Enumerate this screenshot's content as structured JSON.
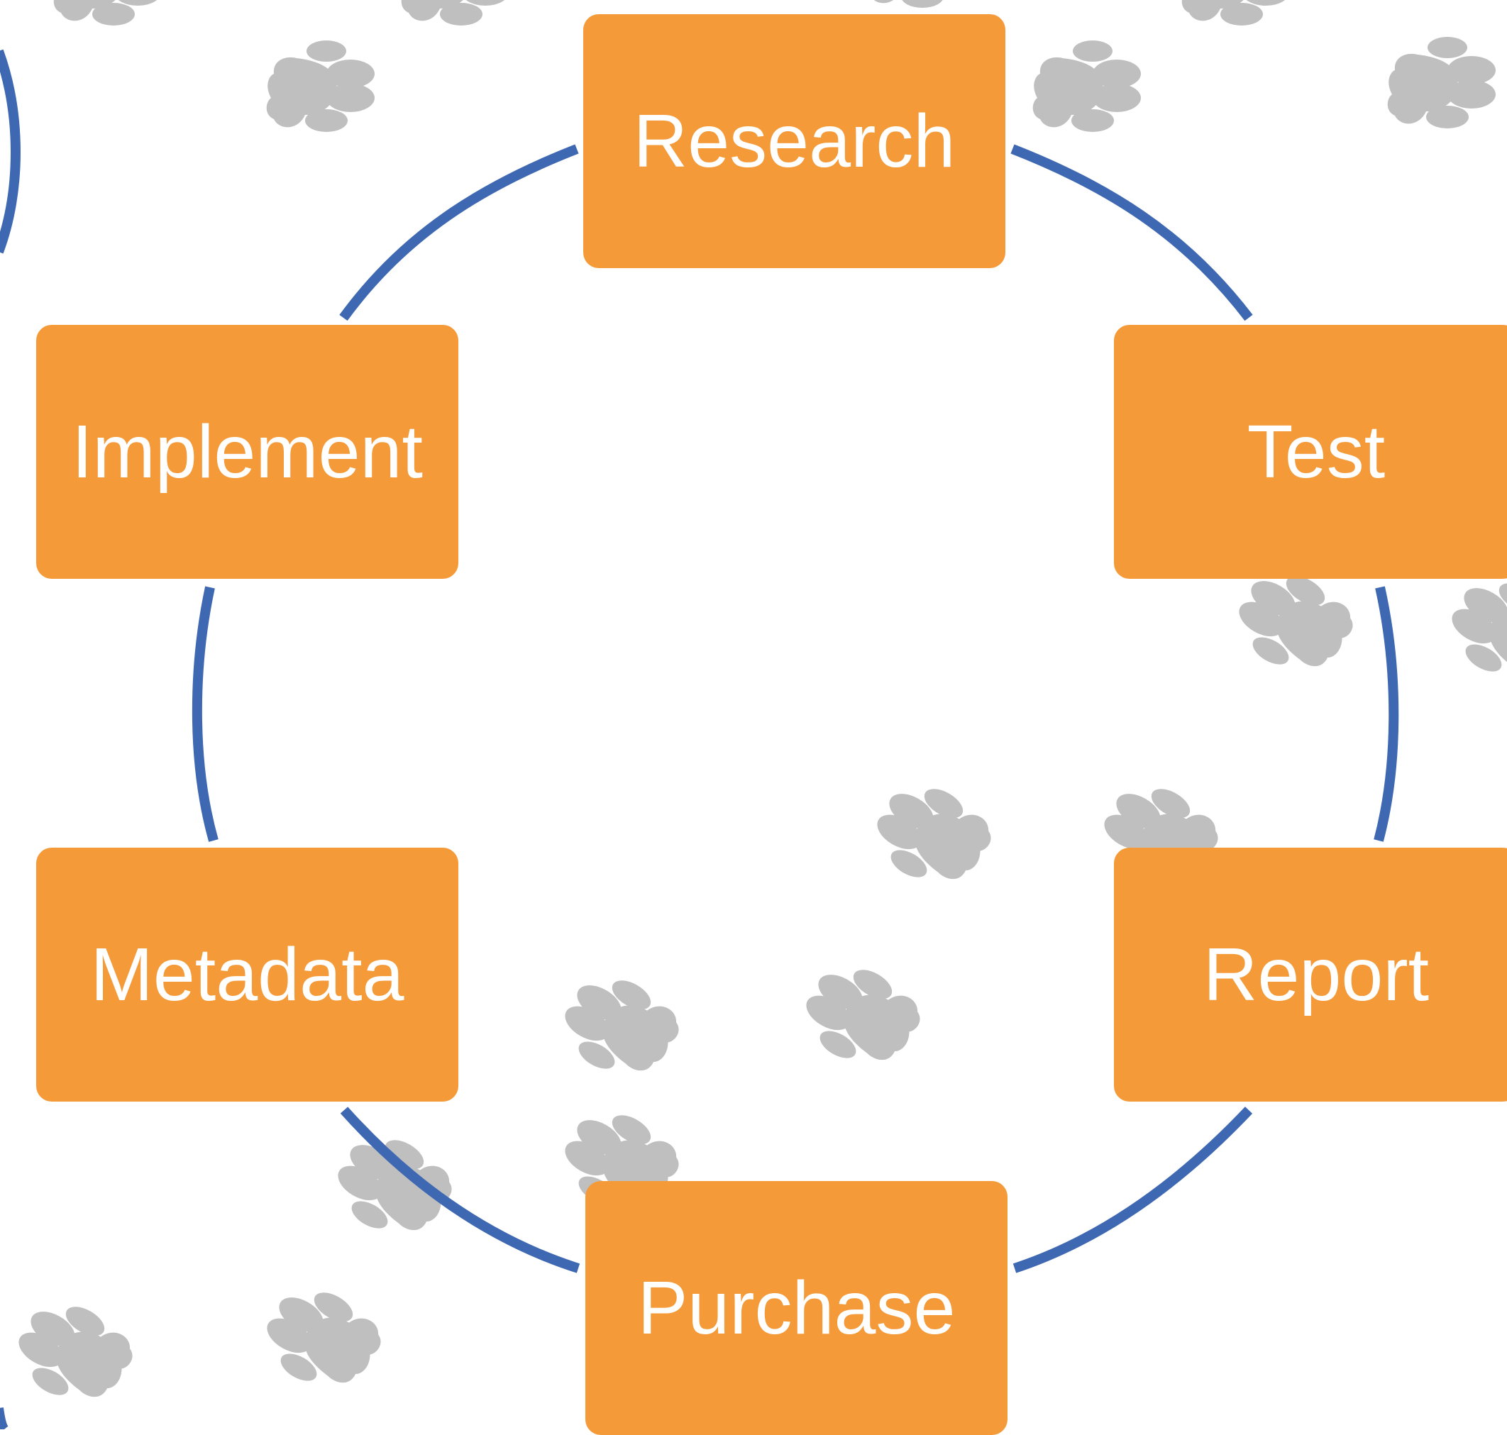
{
  "diagram": {
    "type": "cycle",
    "nodes": [
      {
        "id": "research",
        "label": "Research"
      },
      {
        "id": "test",
        "label": "Test"
      },
      {
        "id": "report",
        "label": "Report"
      },
      {
        "id": "purchase",
        "label": "Purchase"
      },
      {
        "id": "metadata",
        "label": "Metadata"
      },
      {
        "id": "implement",
        "label": "Implement"
      }
    ]
  },
  "colors": {
    "node_fill": "#f59a38",
    "node_text": "#ffffff",
    "cycle_line": "#3f68b2",
    "paw_prints": "#bfbfbf",
    "background": "#ffffff"
  },
  "decorations": {
    "icon": "paw-print-icon"
  }
}
